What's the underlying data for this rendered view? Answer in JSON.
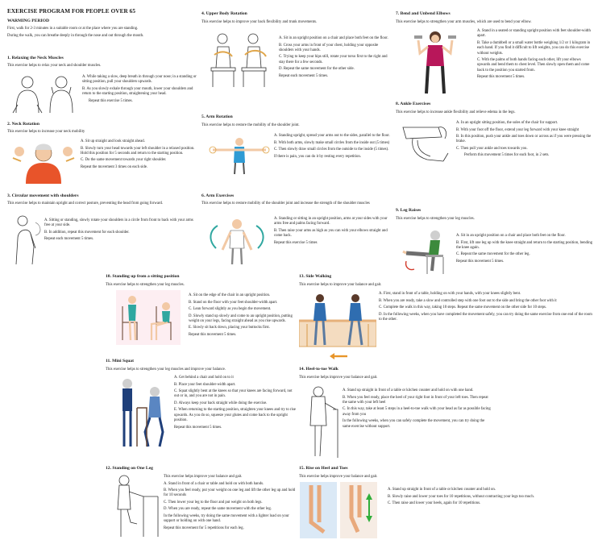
{
  "doc": {
    "title": "EXERCISE PROGRAM FOR PEOPLE OVER 65",
    "warming": {
      "heading": "WARMING PERIOD",
      "lines": [
        "First, walk for 2-3 minutes in a suitable room or at the place where you are standing.",
        "During the walk, you can breathe deeply in through the nose and out through the mouth."
      ]
    },
    "sections": [
      {
        "heading": "1. Relaxing the Neck Muscles",
        "intro": "This exercise helps to relax your neck and shoulder muscles.",
        "steps": [
          "A. While taking a slow, deep breath in through your nose; in a standing or sitting position, pull your shoulders upwards.",
          "B. As you slowly exhale through your mouth, lower your shoulders and return to the starting position, straightening your head.",
          "Repeat this exercise 5 times."
        ]
      },
      {
        "heading": "2. Neck Rotation",
        "intro": "This exercise helps to increase your neck mobility",
        "steps": [
          "A. Sit up straight and look straight ahead.",
          "B. Slowly turn your head towards your left shoulder in a relaxed position. Hold this position for 5 seconds and return to the starting position.",
          "C. Do the same movement towards your right shoulder.",
          "Repeat the movement 3 times on each side."
        ]
      },
      {
        "heading": "3. Circular movement with shoulders",
        "intro": "This exercise helps to maintain upright and correct posture, preventing the head from going forward.",
        "steps": [
          "A. Sitting or standing, slowly rotate your shoulders in a circle from front to back with your arms free at your side.",
          "B. In addition, repeat this movement for each shoulder.",
          "Repeat each movement 5 times."
        ]
      },
      {
        "heading": "4. Upper Body Rotation",
        "intro": "This exercise helps to improve your back flexibility and trunk movements.",
        "steps": [
          "A. Sit in an upright position on a chair and place both feet on the floor.",
          "B. Cross your arms in front of your chest, holding your opposite shoulders with your hands.",
          "C. Trying to keep your hips still, rotate your torso first to the right and stay there for a few seconds.",
          "D. Repeat the same movement for the other side.",
          "Repeat each movement 5 times."
        ]
      },
      {
        "heading": "5. Arm Rotation",
        "intro": "This exercise helps to restore the mobility of the shoulder joint.",
        "steps": [
          "A. Standing upright, spread your arms out to the sides, parallel to the floor.",
          "B. With both arms, slowly make small circles from the inside out (5 times)",
          "C. Then slowly draw small circles from the outside to the inside (5 times).",
          "If there is pain, you can do it by resting every repetition."
        ]
      },
      {
        "heading": "6. Arm Exercises",
        "intro": "This exercise helps to restore mobility of the shoulder joint and increase the strength of the shoulder muscles",
        "steps": [
          "A. Standing or sitting in an upright position, arms at your sides with your arms free and palms facing forward.",
          "B. Then raise your arms as high as you can with your elbows straight and come back.",
          "Repeat this exercise 5 times"
        ]
      },
      {
        "heading": "7. Bend and Unbend Elbows",
        "intro": "This exercise helps to strengthen your arm muscles, which are used to bend your elbow.",
        "steps": [
          "A. Stand in a seated or standing upright position with feet shoulder-width apart.",
          "B. Take a dumbbell or a small water bottle weighing 1/2 or 1 kilogram in each hand. If you find it difficult to lift weights, you can do this exercise without weights.",
          "C. With the palms of both hands facing each other, lift your elbows upwards and bend them to chest level. Then slowly open them and come back to the position you started from.",
          "Repeat this movement 5 times."
        ]
      },
      {
        "heading": "8. Ankle Exercises",
        "intro": "This exercise helps to increase ankle flexibility and relieve edema in the legs.",
        "steps": [
          "A. In an upright sitting position, the soles of the chair for support.",
          "B. With your foot off the floor, extend your leg forward with your knee straight",
          "B. In this position, push your ankle and toes down or across as if you were pressing the brake.",
          "C. Then pull your ankle and toes towards you.",
          "Perform this movement 5 times for each foot, in 2 sets."
        ]
      },
      {
        "heading": "9. Leg Raises",
        "intro": "This exercise helps to strengthen your leg muscles.",
        "steps": [
          "A. Sit in an upright position on a chair and place both feet on the floor.",
          "B. First, lift one leg up with the knee straight and return to the starting position, bending the knee again.",
          "C. Repeat the same movement for the other leg.",
          "Repeat this movement 5 times."
        ]
      },
      {
        "heading": "10. Standing up from a sitting position",
        "intro": "This exercise helps to strengthen your leg muscles.",
        "steps": [
          "A. Sit on the edge of the chair in an upright position.",
          "B. Stand on the floor with your feet shoulder-width apart.",
          "C. Lean forward slightly as you begin the movement.",
          "D. Slowly stand up slowly and come to an upright position, putting weight on your legs, facing straight ahead as you rise upwards.",
          "E. Slowly sit back down, placing your buttocks first.",
          "Repeat this movement 5 times."
        ]
      },
      {
        "heading": "11. Mini Squat",
        "intro": "This exercise helps to strengthen your leg muscles and improve your balance.",
        "steps": [
          "A. Get behind  a chair and hold on to it",
          "B. Place your feet shoulder-width apart.",
          "C. Squat slightly bent at the knees so that your knees are facing forward, not out or in, and you are not in pain.",
          "D. Always keep your back straight while doing the exercise.",
          "E. When returning to the starting position, straighten your knees and try to rise upwards. As you do so, squeeze your glutes and come back to the upright position.",
          "Repeat this movement 5 times."
        ]
      },
      {
        "heading": "12. Standing on One Leg",
        "intro": "This exercise helps improve your balance and gait.",
        "steps": [
          "A. Stand in front of a chair or table and hold on with both hands.",
          "B. When you feel ready, put your weight on one leg and lift the other leg up and hold for 10 seconds",
          "C. Then lower your leg to the floor and put weight on both legs.",
          "D. When you are ready, repeat the same movement with the other leg.",
          "In the following weeks, try doing the same movement with a lighter load on your support or holding on with one hand.",
          "Repeat this movement for 5 repetitions for each leg."
        ]
      },
      {
        "heading": "13. Side Walking",
        "intro": "This exercise helps to improve your balance and gait.",
        "steps": [
          "A. First, stand in front of a table, holding on with your hands, with your knees slightly bent.",
          "B. When you are ready, take a slow and controlled step with one foot out to the side and bring the other foot with it",
          "C. Complete the walk in this way, taking 10 steps. Repeat the same movement on the other side for 10 steps.",
          "D. In the following weeks, when you have completed the movement safely, you can try doing the same exercise from one end of the room to the other."
        ]
      },
      {
        "heading": "14. Heel-to-toe Walk",
        "intro": "This exercise helps improve your balance and gait.",
        "steps": [
          "A. Stand up straight in front of a table or kitchen counter and hold on with one hand.",
          "B. When you feel ready, place the heel of your right foot in front of your left toes. Then repeat the same with your left heel",
          "C. In this way, take at least 5 steps in a heel-to-toe walk with your head as far as possible facing away from you",
          "In the following weeks, when you can safely complete the movement, you can try doing the same exercise without support."
        ]
      },
      {
        "heading": "15. Rise on Heel and Toes",
        "intro": "This exercise helps improve your balance and gait.",
        "steps": [
          "A. Stand up straight in front of a table or kitchen counter and hold on.",
          "B. Slowly raise and lower your toes for 10 repetitions, without contracting your legs too much.",
          "C. Then raise and lower your heels, again for 10 repetitions."
        ]
      }
    ]
  }
}
